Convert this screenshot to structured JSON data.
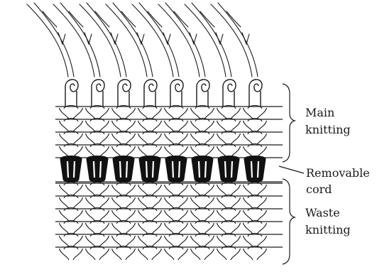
{
  "labels": {
    "main_line1": "Main",
    "main_line2": "knitting",
    "cord_line1": "Removable",
    "cord_line2": "cord",
    "waste_line1": "Waste",
    "waste_line2": "knitting"
  },
  "colors": {
    "ink": "#1a1a1a",
    "paper": "#ffffff",
    "cord": "#111111"
  }
}
